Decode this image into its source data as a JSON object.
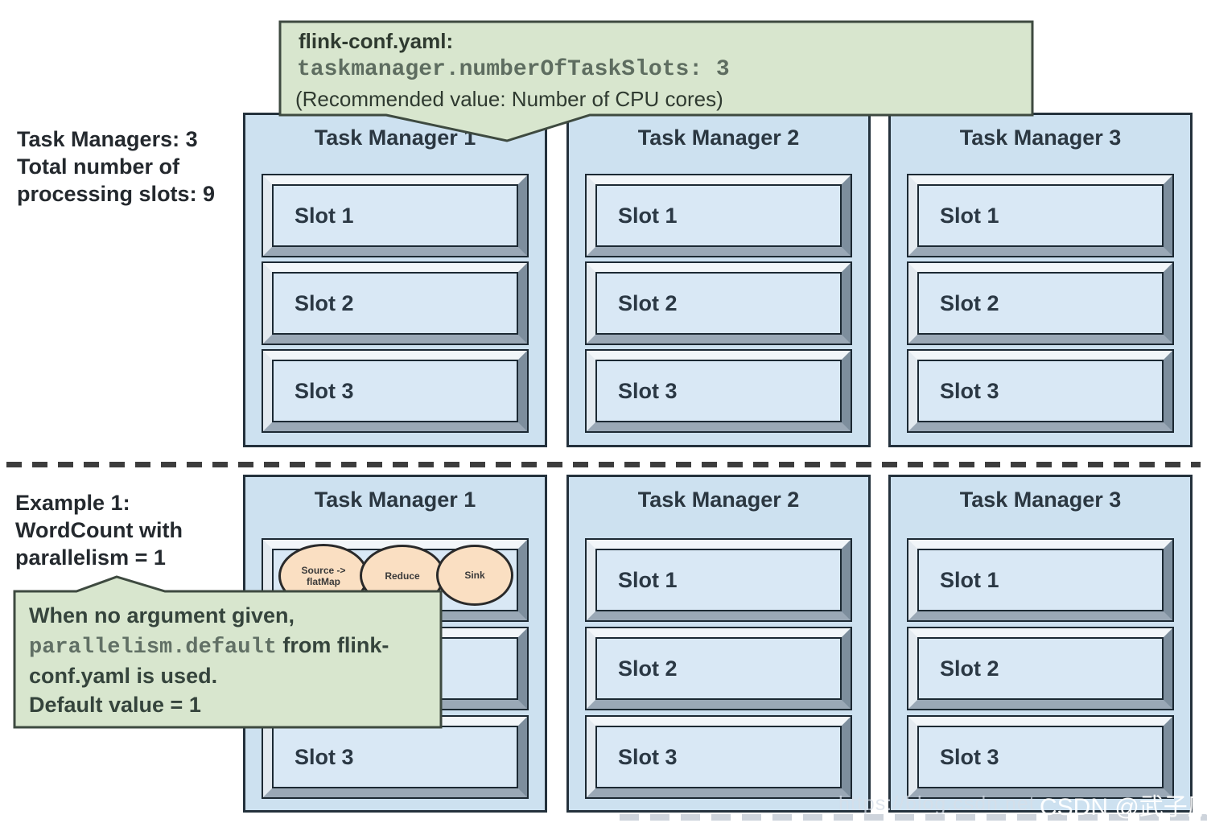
{
  "config_note": {
    "title": "flink-conf.yaml:",
    "code_line": "taskmanager.numberOfTaskSlots: 3",
    "note_line": "(Recommended value: Number of CPU cores)"
  },
  "cluster_info": {
    "lines": [
      "Task Managers: 3",
      "Total number of",
      "processing slots: 9"
    ]
  },
  "example_info": {
    "lines": [
      "Example 1:",
      "WordCount with",
      "parallelism = 1"
    ]
  },
  "example_note": {
    "line1": "When no argument given,",
    "code": "parallelism.default",
    "line2_rest": " from flink-",
    "line3": "conf.yaml is used.",
    "line4": "Default value = 1"
  },
  "top_row": [
    {
      "title": "Task Manager 1",
      "slots": [
        "Slot 1",
        "Slot 2",
        "Slot 3"
      ]
    },
    {
      "title": "Task Manager 2",
      "slots": [
        "Slot 1",
        "Slot 2",
        "Slot 3"
      ]
    },
    {
      "title": "Task Manager 3",
      "slots": [
        "Slot 1",
        "Slot 2",
        "Slot 3"
      ]
    }
  ],
  "bottom_row": [
    {
      "title": "Task Manager 1",
      "slots": [
        "",
        "",
        "Slot 3"
      ]
    },
    {
      "title": "Task Manager 2",
      "slots": [
        "Slot 1",
        "Slot 2",
        "Slot 3"
      ]
    },
    {
      "title": "Task Manager 3",
      "slots": [
        "Slot 1",
        "Slot 2",
        "Slot 3"
      ]
    }
  ],
  "tasks": [
    {
      "line1": "Source ->",
      "line2": "flatMap"
    },
    {
      "line1": "Reduce",
      "line2": ""
    },
    {
      "line1": "Sink",
      "line2": ""
    }
  ],
  "watermark": {
    "site_label": "CSDN @武子康",
    "url_label": "https://blog.csdn.net"
  },
  "colors": {
    "note_green_fill": "#d8e6ce",
    "note_border": "#3e4a40",
    "manager_blue_fill": "#cde1f0",
    "slot_face_blue": "#d9e8f5",
    "bevel_light": "#f2f6f9",
    "bevel_dark": "#7d8e9d",
    "box_border": "#24313c",
    "task_ellipse_fill": "#fadfc2",
    "mono_text_green": "#5e6d60"
  }
}
